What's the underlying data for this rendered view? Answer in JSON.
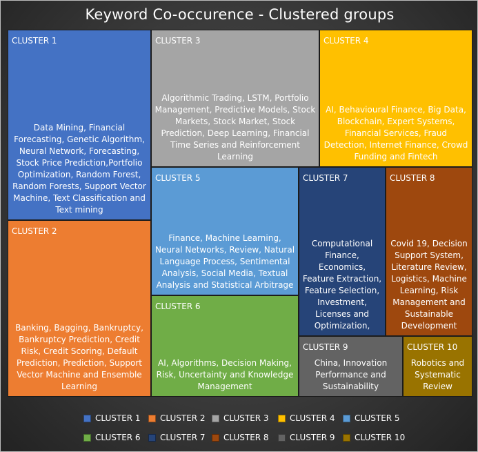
{
  "chart_data": {
    "type": "treemap",
    "title": "Keyword Co-occurence - Clustered groups",
    "clusters": [
      {
        "name": "CLUSTER 1",
        "color": "#4472c4",
        "keywords": "Data Mining, Financial Forecasting, Genetic Algorithm, Neural Network, Forecasting, Stock Price Prediction,Portfolio Optimization, Random Forest, Random Forests, Support Vector Machine, Text Classification and Text mining"
      },
      {
        "name": "CLUSTER 2",
        "color": "#ed7d31",
        "keywords": "Banking, Bagging, Bankruptcy, Bankruptcy Prediction, Credit Risk, Credit Scoring, Default Prediction, Prediction, Support Vector Machine and Ensemble Learning"
      },
      {
        "name": "CLUSTER 3",
        "color": "#a5a5a5",
        "keywords": "Algorithmic Trading, LSTM, Portfolio Management, Predictive Models, Stock Markets, Stock Market, Stock Prediction, Deep Learning, Financial Time Series and Reinforcement Learning"
      },
      {
        "name": "CLUSTER 4",
        "color": "#ffc000",
        "keywords": "AI, Behavioural Finance, Big Data, Blockchain, Expert Systems, Financial Services, Fraud Detection, Internet Finance, Crowd Funding and Fintech"
      },
      {
        "name": "CLUSTER 5",
        "color": "#5b9bd5",
        "keywords": "Finance, Machine Learning, Neural Networks, Review, Natural Language Process, Sentimental Analysis, Social Media, Textual Analysis and Statistical Arbitrage"
      },
      {
        "name": "CLUSTER 6",
        "color": "#70ad47",
        "keywords": "AI, Algorithms, Decision Making, Risk, Uncertainty and Knowledge Management"
      },
      {
        "name": "CLUSTER 7",
        "color": "#264478",
        "keywords": "Computational Finance, Economics, Feature Extraction, Feature Selection, Investment, Licenses and Optimization,"
      },
      {
        "name": "CLUSTER 8",
        "color": "#9e480e",
        "keywords": "Covid 19, Decision Support System, Literature Review, Logistics, Machine Learning, Risk Management and Sustainable Development"
      },
      {
        "name": "CLUSTER 9",
        "color": "#636363",
        "keywords": "China, Innovation Performance and Sustainability"
      },
      {
        "name": "CLUSTER 10",
        "color": "#997300",
        "keywords": "Robotics and Systematic Review"
      }
    ],
    "legend": {
      "placement": "bottom",
      "entries": [
        "CLUSTER 1",
        "CLUSTER 2",
        "CLUSTER 3",
        "CLUSTER 4",
        "CLUSTER 5",
        "CLUSTER 6",
        "CLUSTER 7",
        "CLUSTER 8",
        "CLUSTER 9",
        "CLUSTER 10"
      ]
    }
  }
}
